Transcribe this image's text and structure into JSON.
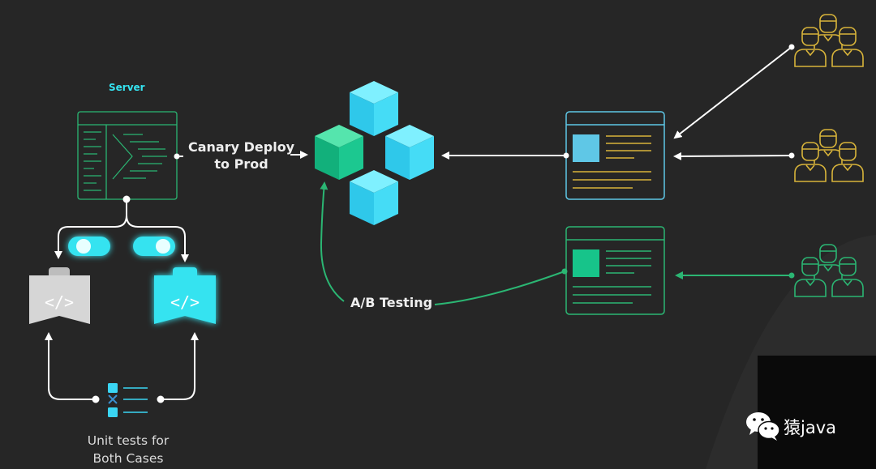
{
  "diagram": {
    "server_label": "Server",
    "canary_label_line1": "Canary Deploy",
    "canary_label_line2": "to Prod",
    "ab_testing_label": "A/B Testing",
    "unit_tests_line1": "Unit tests for",
    "unit_tests_line2": "Both Cases",
    "code_icon_text": "</>"
  },
  "watermark": {
    "text": "猿java",
    "icon": "wechat-icon"
  },
  "colors": {
    "background": "#262626",
    "server_green": "#2bb673",
    "cyan": "#35e3f0",
    "cube_cyan": "#3ad5f3",
    "cube_green": "#17c48a",
    "user_yellow": "#d8b43a",
    "user_green": "#2bb673",
    "gray": "#d8d8d8"
  }
}
